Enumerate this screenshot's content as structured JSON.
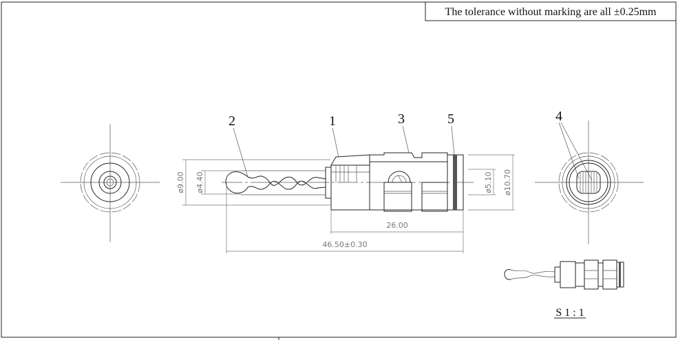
{
  "title_block": {
    "tolerance_note": "The tolerance without marking are all ±0.25mm"
  },
  "part_labels": [
    "1",
    "2",
    "3",
    "4",
    "5"
  ],
  "dimensions": {
    "d_pin_outer": "ø9.00",
    "d_pin_inner": "ø4.40",
    "d_hole": "ø5.10",
    "d_body": "ø10.70",
    "body_length": "26.00",
    "total_length": "46.50±0.30"
  },
  "scale_label": "S 1 : 1",
  "colors": {
    "line": "#222222",
    "dimension": "#777777",
    "ring_band": "#555555"
  }
}
